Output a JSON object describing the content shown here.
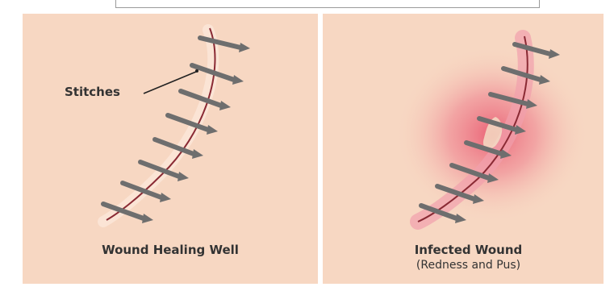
{
  "panels": {
    "left": {
      "callout_label": "Stitches",
      "caption": "Wound Healing Well"
    },
    "right": {
      "caption": "Infected Wound",
      "caption_sub": "(Redness and Pus)"
    }
  },
  "colors": {
    "skin": "#f7d7c2",
    "incision": "#8a2a34",
    "stitch": "#6e6e6e",
    "inflammation": "#e8506a"
  }
}
